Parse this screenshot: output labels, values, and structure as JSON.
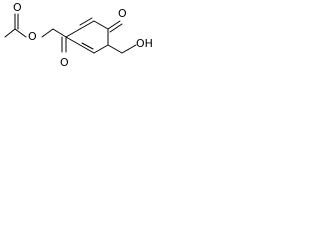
{
  "molecule": {
    "atoms": {
      "carbonyl_o_acetyl": "O",
      "ester_o": "O",
      "ring_ketone_top": "O",
      "ring_ketone_bottom": "O",
      "hydroxyl": "OH"
    },
    "bond_color": "#000000",
    "background_color": "#ffffff"
  }
}
